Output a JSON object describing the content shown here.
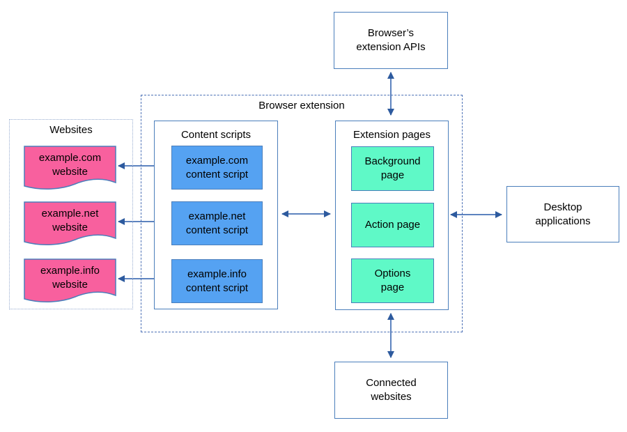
{
  "colors": {
    "box_border": "#4a7ebb",
    "extension_dash_border": "#4a6fb5",
    "websites_dot_border": "#96abd0",
    "arrow_shaft": "#5d83bf",
    "arrow_head": "#2d5a9e",
    "pink_fill": "#f8609e",
    "blue_fill": "#55a2f2",
    "green_fill": "#5ff9c7"
  },
  "nodes": {
    "browser_apis": "Browser’s\nextension APIs",
    "desktop_apps": "Desktop\napplications",
    "connected_websites": "Connected\nwebsites"
  },
  "websites": {
    "title": "Websites",
    "items": [
      {
        "label": "example.com\nwebsite"
      },
      {
        "label": "example.net\nwebsite"
      },
      {
        "label": "example.info\nwebsite"
      }
    ]
  },
  "browser_extension": {
    "title": "Browser extension",
    "content_scripts": {
      "title": "Content scripts",
      "items": [
        {
          "label": "example.com\ncontent script"
        },
        {
          "label": "example.net\ncontent script"
        },
        {
          "label": "example.info\ncontent script"
        }
      ]
    },
    "extension_pages": {
      "title": "Extension pages",
      "items": [
        {
          "label": "Background\npage"
        },
        {
          "label": "Action page"
        },
        {
          "label": "Options\npage"
        }
      ]
    }
  }
}
